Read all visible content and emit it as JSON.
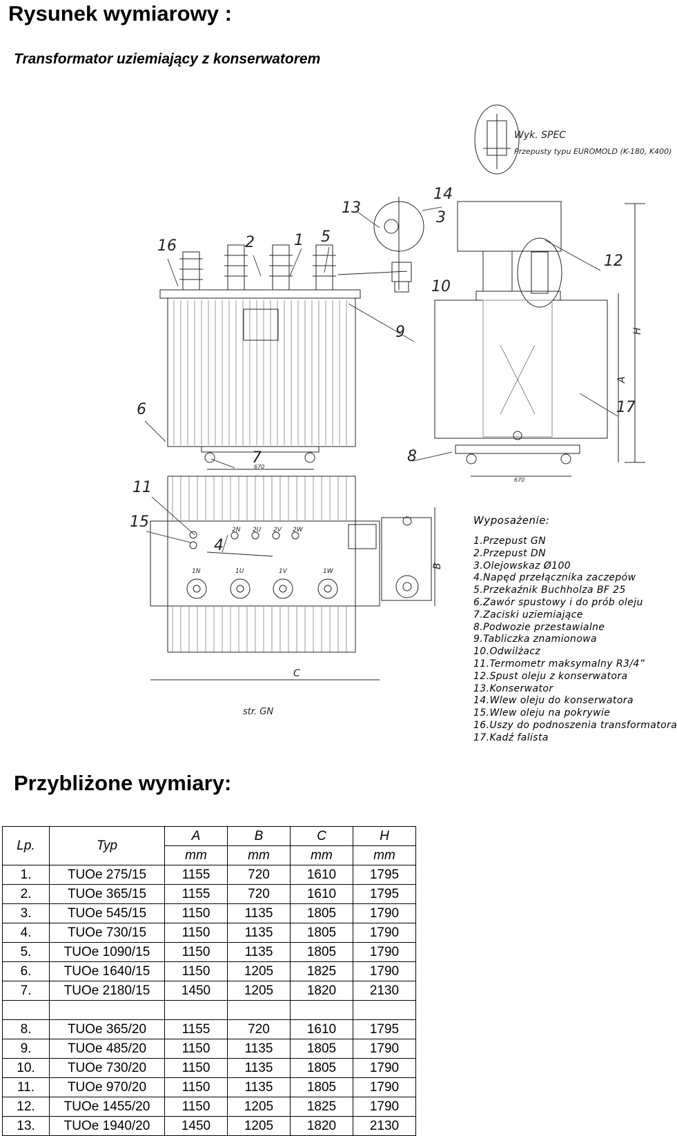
{
  "header": {
    "title": "Rysunek wymiarowy :",
    "subtitle": "Transformator uziemiający z konserwatorem"
  },
  "drawing": {
    "detail_note_1": "Wyk. SPEC",
    "detail_note_2": "Przepusty typu EUROMOLD (K-180, K400)",
    "callouts": [
      "16",
      "2",
      "1",
      "5",
      "13",
      "14",
      "3",
      "10",
      "12",
      "9",
      "H",
      "A",
      "6",
      "17",
      "7",
      "8",
      "11",
      "15",
      "4",
      "B",
      "C"
    ],
    "dim_670_left": "670",
    "dim_670_right": "670",
    "view_label": "str. GN",
    "terminal_labels": [
      "2N",
      "2U",
      "2V",
      "2W",
      "1N",
      "1U",
      "1V",
      "1W"
    ]
  },
  "equipment": {
    "title": "Wyposażenie:",
    "items": [
      "1.Przepust GN",
      "2.Przepust DN",
      "3.Olejowskaz Ø100",
      "4.Napęd przełącznika zaczepów",
      "5.Przekaźnik Buchholza BF 25",
      "6.Zawór spustowy i do prób oleju",
      "7.Zaciski uziemiające",
      "8.Podwozie przestawialne",
      "9.Tabliczka znamionowa",
      "10.Odwilżacz",
      "11.Termometr maksymalny R3/4”",
      "12.Spust oleju z  konserwatora",
      "13.Konserwator",
      "14.Wlew oleju do konserwatora",
      "15.Wlew oleju na pokrywie",
      "16.Uszy do podnoszenia transformatora",
      "17.Kadź falista"
    ]
  },
  "dimensions": {
    "section_title": "Przybliżone wymiary:",
    "headers": {
      "lp": "Lp.",
      "typ": "Typ",
      "a": "A",
      "b": "B",
      "c": "C",
      "h": "H",
      "unit_a": "mm",
      "unit_b": "mm",
      "unit_c": "mm",
      "unit_h": "mm"
    },
    "group1": [
      {
        "lp": "1.",
        "typ": "TUOe 275/15",
        "a": "1155",
        "b": "720",
        "c": "1610",
        "h": "1795"
      },
      {
        "lp": "2.",
        "typ": "TUOe 365/15",
        "a": "1155",
        "b": "720",
        "c": "1610",
        "h": "1795"
      },
      {
        "lp": "3.",
        "typ": "TUOe 545/15",
        "a": "1150",
        "b": "1135",
        "c": "1805",
        "h": "1790"
      },
      {
        "lp": "4.",
        "typ": "TUOe 730/15",
        "a": "1150",
        "b": "1135",
        "c": "1805",
        "h": "1790"
      },
      {
        "lp": "5.",
        "typ": "TUOe 1090/15",
        "a": "1150",
        "b": "1135",
        "c": "1805",
        "h": "1790"
      },
      {
        "lp": "6.",
        "typ": "TUOe 1640/15",
        "a": "1150",
        "b": "1205",
        "c": "1825",
        "h": "1790"
      },
      {
        "lp": "7.",
        "typ": "TUOe 2180/15",
        "a": "1450",
        "b": "1205",
        "c": "1820",
        "h": "2130"
      }
    ],
    "group2": [
      {
        "lp": "8.",
        "typ": "TUOe 365/20",
        "a": "1155",
        "b": "720",
        "c": "1610",
        "h": "1795"
      },
      {
        "lp": "9.",
        "typ": "TUOe 485/20",
        "a": "1150",
        "b": "1135",
        "c": "1805",
        "h": "1790"
      },
      {
        "lp": "10.",
        "typ": "TUOe 730/20",
        "a": "1150",
        "b": "1135",
        "c": "1805",
        "h": "1790"
      },
      {
        "lp": "11.",
        "typ": "TUOe 970/20",
        "a": "1150",
        "b": "1135",
        "c": "1805",
        "h": "1790"
      },
      {
        "lp": "12.",
        "typ": "TUOe 1455/20",
        "a": "1150",
        "b": "1205",
        "c": "1825",
        "h": "1790"
      },
      {
        "lp": "13.",
        "typ": "TUOe 1940/20",
        "a": "1450",
        "b": "1205",
        "c": "1820",
        "h": "2130"
      }
    ]
  }
}
